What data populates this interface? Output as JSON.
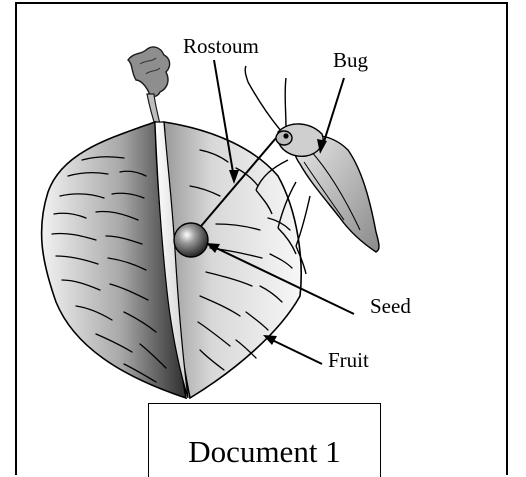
{
  "labels": {
    "rostoum": "Rostoum",
    "bug": "Bug",
    "seed": "Seed",
    "fruit": "Fruit"
  },
  "caption": "Document 1"
}
